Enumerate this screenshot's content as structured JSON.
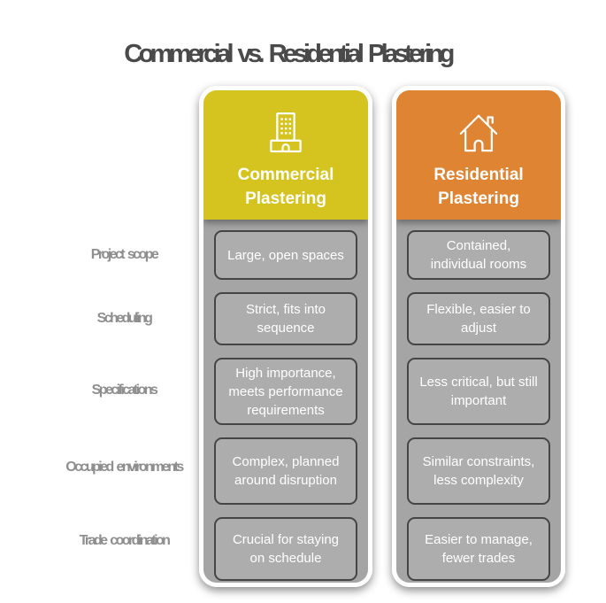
{
  "title": "Commercial vs. Residential Plastering",
  "row_labels": [
    "Project scope",
    "Scheduling",
    "Specifications",
    "Occupied environments",
    "Trade coordination"
  ],
  "columns": [
    {
      "id": "commercial",
      "header": "Commercial Plastering",
      "icon": "building-icon",
      "header_color": "#d5c31f",
      "cells": [
        "Large, open spaces",
        "Strict, fits into sequence",
        "High importance, meets performance requirements",
        "Complex, planned around disruption",
        "Crucial for staying on schedule"
      ]
    },
    {
      "id": "residential",
      "header": "Residential Plastering",
      "icon": "house-icon",
      "header_color": "#de8433",
      "cells": [
        "Contained, individual rooms",
        "Flexible, easier to adjust",
        "Less critical, but still important",
        "Similar constraints, less complexity",
        "Easier to manage, fewer trades"
      ]
    }
  ],
  "colors": {
    "commercial_header": "#d5c31f",
    "residential_header": "#de8433",
    "column_body": "#a5a5a5",
    "cell_background": "#adadad",
    "cell_border": "#454545",
    "cell_text": "#ffffff",
    "title_text": "#4a4a4a",
    "row_label_text": "#8f8f8f",
    "page_background": "#ffffff"
  }
}
